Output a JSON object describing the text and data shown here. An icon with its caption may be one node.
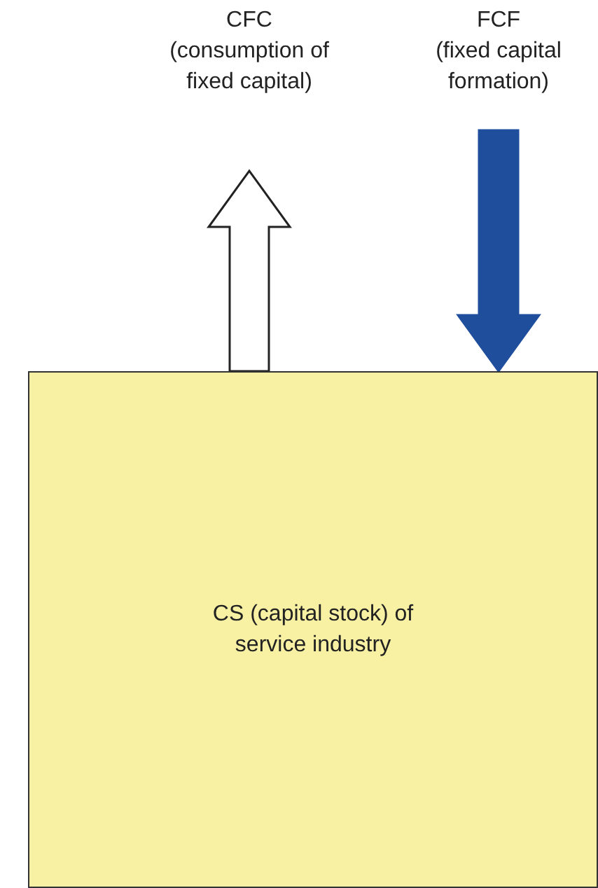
{
  "diagram": {
    "nodes": [
      {
        "text": [
          "CFC",
          "(consumption of fixed capital)"
        ]
      },
      {
        "text": [
          "FCF",
          "(fixed capital formation)"
        ]
      },
      {
        "text": [
          "CS (capital stock) of service industry"
        ]
      }
    ],
    "edges": [
      {
        "from": 2,
        "to": 0,
        "arrow": "to",
        "style": "thick",
        "color": "#ffffff"
      },
      {
        "from": 1,
        "to": 2,
        "arrow": "to",
        "style": "thick",
        "color": "#1f4e9c"
      }
    ]
  }
}
